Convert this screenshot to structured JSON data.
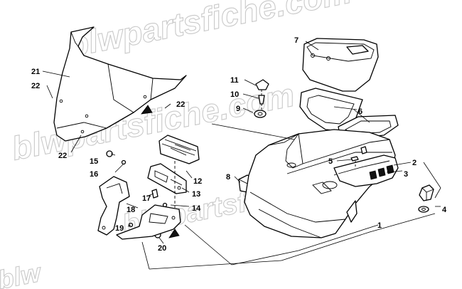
{
  "watermark": "blwpartsfiche.com",
  "colors": {
    "line": "#000000",
    "background": "#ffffff",
    "watermark": "#c9c9c9"
  },
  "callouts": [
    {
      "key": "c1",
      "label": "1"
    },
    {
      "key": "c2",
      "label": "2"
    },
    {
      "key": "c3",
      "label": "3"
    },
    {
      "key": "c4",
      "label": "4"
    },
    {
      "key": "c5",
      "label": "5"
    },
    {
      "key": "c6",
      "label": "6"
    },
    {
      "key": "c7",
      "label": "7"
    },
    {
      "key": "c8",
      "label": "8"
    },
    {
      "key": "c9",
      "label": "9"
    },
    {
      "key": "c10",
      "label": "10"
    },
    {
      "key": "c11",
      "label": "11"
    },
    {
      "key": "c12",
      "label": "12"
    },
    {
      "key": "c13",
      "label": "13"
    },
    {
      "key": "c14",
      "label": "14"
    },
    {
      "key": "c15",
      "label": "15"
    },
    {
      "key": "c16",
      "label": "16"
    },
    {
      "key": "c17",
      "label": "17"
    },
    {
      "key": "c18",
      "label": "18"
    },
    {
      "key": "c19",
      "label": "19"
    },
    {
      "key": "c20",
      "label": "20"
    },
    {
      "key": "c21",
      "label": "21"
    },
    {
      "key": "c22a",
      "label": "22"
    },
    {
      "key": "c22b",
      "label": "22"
    },
    {
      "key": "c22c",
      "label": "22"
    }
  ]
}
